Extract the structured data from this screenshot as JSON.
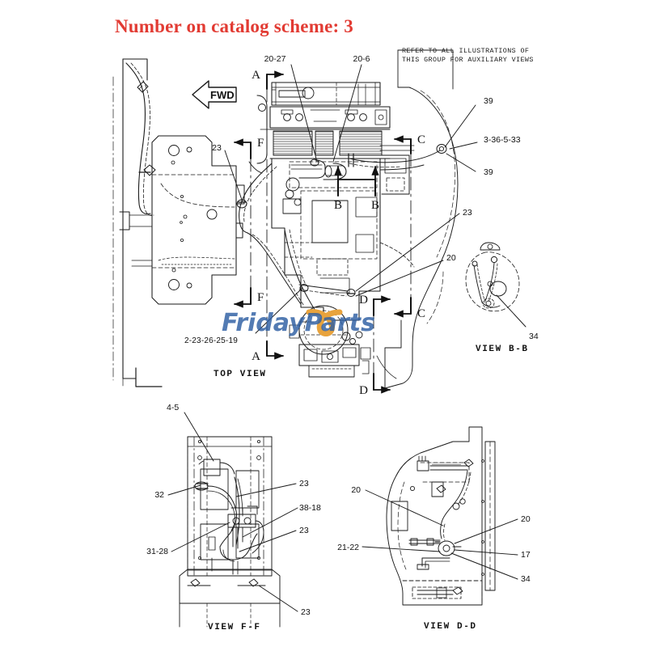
{
  "page": {
    "title": "Number on catalog scheme: 3",
    "title_color": "#e23b33",
    "background": "#ffffff",
    "note": "REFER TO ALL ILLUSTRATIONS OF\nTHIS GROUP FOR AUXILIARY VIEWS"
  },
  "watermark": {
    "text": "FridayParts",
    "color": "#2e5fa3",
    "accent_color": "#e8a33d"
  },
  "direction_marker": {
    "label": "FWD",
    "points": "left"
  },
  "views": [
    {
      "id": "top-view",
      "name": "TOP VIEW",
      "callouts": [
        {
          "id": "c-20-27",
          "text": "20-27"
        },
        {
          "id": "c-20-6",
          "text": "20-6"
        },
        {
          "id": "c-23-left",
          "text": "23"
        },
        {
          "id": "c-39-upper",
          "text": "39"
        },
        {
          "id": "c-3-36-5-33",
          "text": "3-36-5-33"
        },
        {
          "id": "c-39-lower",
          "text": "39"
        },
        {
          "id": "c-23-right",
          "text": "23"
        },
        {
          "id": "c-20-right",
          "text": "20"
        },
        {
          "id": "c-part-seq",
          "text": "2-23-26-25-19"
        }
      ],
      "section_marks": [
        {
          "id": "sec-a-top",
          "letter": "A"
        },
        {
          "id": "sec-a-bottom",
          "letter": "A"
        },
        {
          "id": "sec-f-top",
          "letter": "F"
        },
        {
          "id": "sec-f-bottom",
          "letter": "F"
        },
        {
          "id": "sec-b-left",
          "letter": "B"
        },
        {
          "id": "sec-b-right",
          "letter": "B"
        },
        {
          "id": "sec-c-top",
          "letter": "C"
        },
        {
          "id": "sec-c-bottom",
          "letter": "C"
        },
        {
          "id": "sec-d-top",
          "letter": "D"
        },
        {
          "id": "sec-d-bottom",
          "letter": "D"
        }
      ]
    },
    {
      "id": "view-bb",
      "name": "VIEW B-B",
      "callouts": [
        {
          "id": "bb-34",
          "text": "34"
        }
      ]
    },
    {
      "id": "view-ff",
      "name": "VIEW F-F",
      "callouts": [
        {
          "id": "ff-4-5",
          "text": "4-5"
        },
        {
          "id": "ff-32",
          "text": "32"
        },
        {
          "id": "ff-23-a",
          "text": "23"
        },
        {
          "id": "ff-38-18",
          "text": "38-18"
        },
        {
          "id": "ff-23-b",
          "text": "23"
        },
        {
          "id": "ff-31-28",
          "text": "31-28"
        },
        {
          "id": "ff-23-c",
          "text": "23"
        }
      ]
    },
    {
      "id": "view-dd",
      "name": "VIEW D-D",
      "callouts": [
        {
          "id": "dd-20-a",
          "text": "20"
        },
        {
          "id": "dd-20-b",
          "text": "20"
        },
        {
          "id": "dd-17",
          "text": "17"
        },
        {
          "id": "dd-21-22",
          "text": "21-22"
        },
        {
          "id": "dd-34",
          "text": "34"
        }
      ]
    }
  ]
}
